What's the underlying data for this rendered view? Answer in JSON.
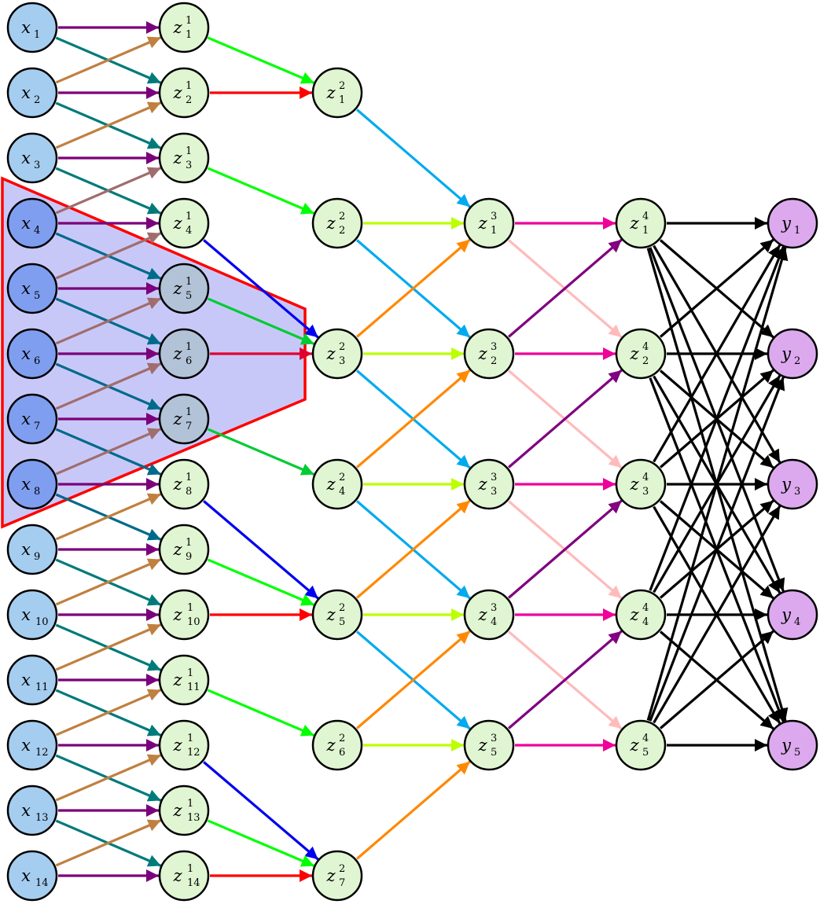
{
  "nodes": {
    "x": [
      {
        "base": "x",
        "sub": "1"
      },
      {
        "base": "x",
        "sub": "2"
      },
      {
        "base": "x",
        "sub": "3"
      },
      {
        "base": "x",
        "sub": "4"
      },
      {
        "base": "x",
        "sub": "5"
      },
      {
        "base": "x",
        "sub": "6"
      },
      {
        "base": "x",
        "sub": "7"
      },
      {
        "base": "x",
        "sub": "8"
      },
      {
        "base": "x",
        "sub": "9"
      },
      {
        "base": "x",
        "sub": "10"
      },
      {
        "base": "x",
        "sub": "11"
      },
      {
        "base": "x",
        "sub": "12"
      },
      {
        "base": "x",
        "sub": "13"
      },
      {
        "base": "x",
        "sub": "14"
      }
    ],
    "z1": [
      {
        "base": "z",
        "sup": "1",
        "sub": "1"
      },
      {
        "base": "z",
        "sup": "1",
        "sub": "2"
      },
      {
        "base": "z",
        "sup": "1",
        "sub": "3"
      },
      {
        "base": "z",
        "sup": "1",
        "sub": "4"
      },
      {
        "base": "z",
        "sup": "1",
        "sub": "5"
      },
      {
        "base": "z",
        "sup": "1",
        "sub": "6"
      },
      {
        "base": "z",
        "sup": "1",
        "sub": "7"
      },
      {
        "base": "z",
        "sup": "1",
        "sub": "8"
      },
      {
        "base": "z",
        "sup": "1",
        "sub": "9"
      },
      {
        "base": "z",
        "sup": "1",
        "sub": "10"
      },
      {
        "base": "z",
        "sup": "1",
        "sub": "11"
      },
      {
        "base": "z",
        "sup": "1",
        "sub": "12"
      },
      {
        "base": "z",
        "sup": "1",
        "sub": "13"
      },
      {
        "base": "z",
        "sup": "1",
        "sub": "14"
      }
    ],
    "z2": [
      {
        "base": "z",
        "sup": "2",
        "sub": "1"
      },
      {
        "base": "z",
        "sup": "2",
        "sub": "2"
      },
      {
        "base": "z",
        "sup": "2",
        "sub": "3"
      },
      {
        "base": "z",
        "sup": "2",
        "sub": "4"
      },
      {
        "base": "z",
        "sup": "2",
        "sub": "5"
      },
      {
        "base": "z",
        "sup": "2",
        "sub": "6"
      },
      {
        "base": "z",
        "sup": "2",
        "sub": "7"
      }
    ],
    "z3": [
      {
        "base": "z",
        "sup": "3",
        "sub": "1"
      },
      {
        "base": "z",
        "sup": "3",
        "sub": "2"
      },
      {
        "base": "z",
        "sup": "3",
        "sub": "3"
      },
      {
        "base": "z",
        "sup": "3",
        "sub": "4"
      },
      {
        "base": "z",
        "sup": "3",
        "sub": "5"
      }
    ],
    "z4": [
      {
        "base": "z",
        "sup": "4",
        "sub": "1"
      },
      {
        "base": "z",
        "sup": "4",
        "sub": "2"
      },
      {
        "base": "z",
        "sup": "4",
        "sub": "3"
      },
      {
        "base": "z",
        "sup": "4",
        "sub": "4"
      },
      {
        "base": "z",
        "sup": "4",
        "sub": "5"
      }
    ],
    "y": [
      {
        "base": "y",
        "sub": "1"
      },
      {
        "base": "y",
        "sub": "2"
      },
      {
        "base": "y",
        "sub": "3"
      },
      {
        "base": "y",
        "sub": "4"
      },
      {
        "base": "y",
        "sub": "5"
      }
    ]
  },
  "highlighted": {
    "x": [
      4,
      5,
      6,
      7,
      8
    ],
    "z1": [
      5,
      6,
      7
    ]
  },
  "colors": {
    "input_fill": "#a5cdf0",
    "input_fill_highlighted": "#7f9ef0",
    "hidden_fill": "#e0f6d2",
    "hidden_fill_highlighted": "#b2c3d8",
    "output_fill": "#dca9ee",
    "node_stroke": "#000000",
    "region_fill": "#c8c8f8",
    "region_stroke": "#ff0000",
    "edge_x_down": "#007a7a",
    "edge_x_straight": "#7b007b",
    "edge_x_up": "#c08040",
    "edge_x_up_highlighted": "#a06d6d",
    "edge_x_down_highlighted": "#006a8a",
    "edge_z1_down": "#00ff00",
    "edge_z1_down_highlighted": "#00cc33",
    "edge_z1_straight": "#ff0000",
    "edge_z1_straight_highlighted": "#e00030",
    "edge_z1_up": "#0000ee",
    "edge_z2_down": "#00aaee",
    "edge_z2_straight": "#bbff00",
    "edge_z2_up": "#ff8800",
    "edge_z3_down": "#ffbbbb",
    "edge_z3_straight": "#ee0099",
    "edge_z3_up": "#800080",
    "edge_z4_out": "#000000"
  }
}
